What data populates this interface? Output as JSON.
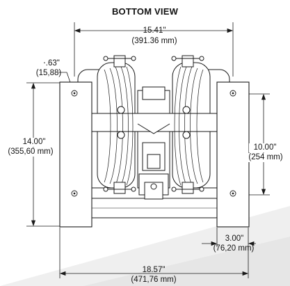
{
  "title": "BOTTOM VIEW",
  "dimensions": {
    "overall_width": {
      "imperial": "15.41\"",
      "metric": "(391.36 mm)"
    },
    "hole_diameter": {
      "imperial": "⋅.63\"",
      "metric": "(15,88)"
    },
    "overall_height": {
      "imperial": "14.00\"",
      "metric": "(355,60 mm)"
    },
    "mount_spacing": {
      "imperial": "10.00\"",
      "metric": "(254 mm)"
    },
    "foot_width": {
      "imperial": "3.00\"",
      "metric": "(76,20 mm)"
    },
    "total_width": {
      "imperial": "18.57\"",
      "metric": "(471,76 mm)"
    }
  },
  "colors": {
    "line": "#1a1a1a",
    "sweep": "#ececec"
  }
}
